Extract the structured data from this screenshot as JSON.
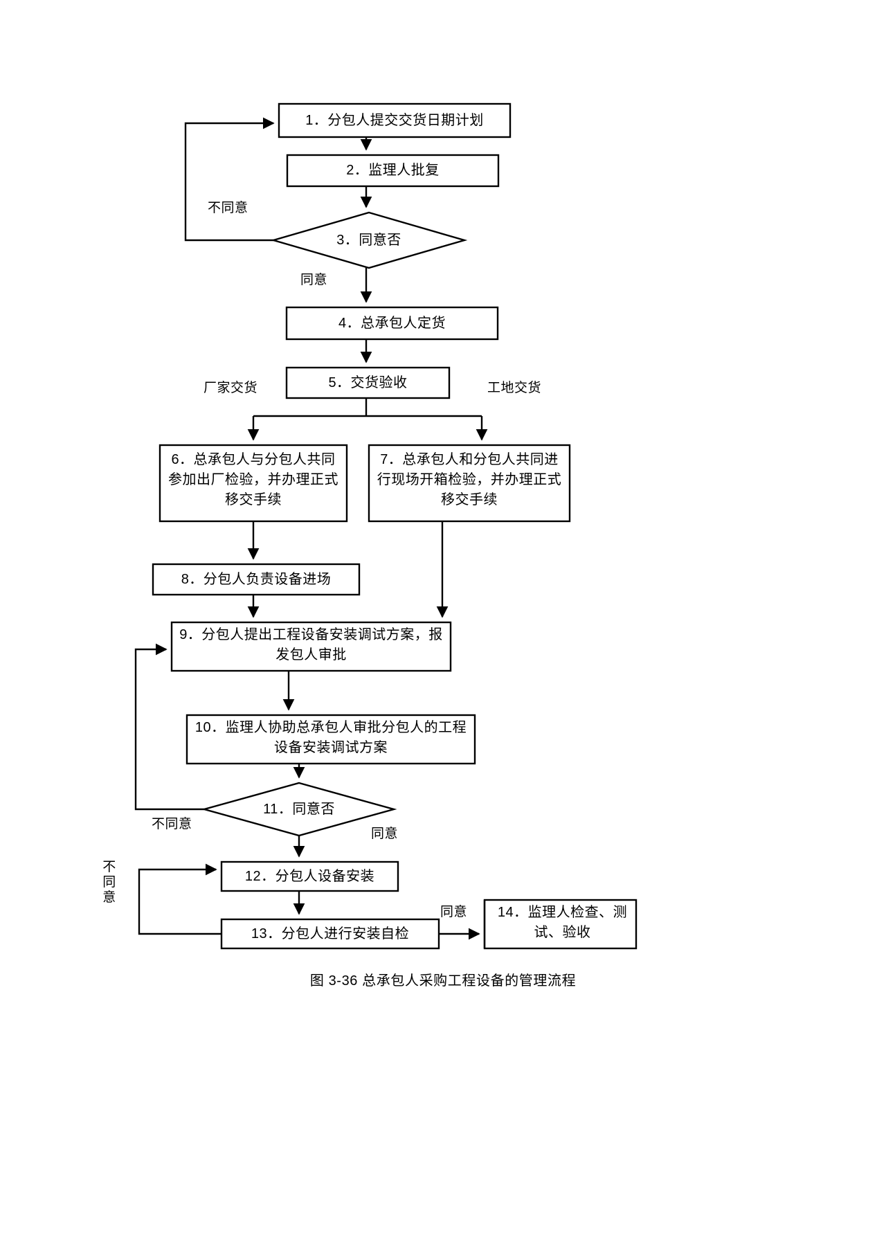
{
  "figure": {
    "caption": "图 3-36 总承包人采购工程设备的管理流程",
    "type": "flowchart",
    "line_color": "#000000",
    "fill_color": "#ffffff",
    "background": "#ffffff"
  },
  "nodes": [
    {
      "id": "n1",
      "shape": "process",
      "text": "1．分包人提交交货日期计划"
    },
    {
      "id": "n2",
      "shape": "process",
      "text": "2．监理人批复"
    },
    {
      "id": "n3",
      "shape": "decision",
      "text": "3．同意否"
    },
    {
      "id": "n4",
      "shape": "process",
      "text": "4．总承包人定货"
    },
    {
      "id": "n5",
      "shape": "process",
      "text": "5．交货验收"
    },
    {
      "id": "n6",
      "shape": "process",
      "text": "6．总承包人与分包人共同\n参加出厂检验，并办理正式\n移交手续"
    },
    {
      "id": "n7",
      "shape": "process",
      "text": "7．总承包人和分包人共同进\n行现场开箱检验，并办理正式\n移交手续"
    },
    {
      "id": "n8",
      "shape": "process",
      "text": "8．分包人负责设备进场"
    },
    {
      "id": "n9",
      "shape": "process",
      "text": "9．分包人提出工程设备安装调试方案，报\n发包人审批"
    },
    {
      "id": "n10",
      "shape": "process",
      "text": "10．监理人协助总承包人审批分包人的工程\n设备安装调试方案"
    },
    {
      "id": "n11",
      "shape": "decision",
      "text": "11．同意否"
    },
    {
      "id": "n12",
      "shape": "process",
      "text": "12．分包人设备安装"
    },
    {
      "id": "n13",
      "shape": "process",
      "text": "13．分包人进行安装自检"
    },
    {
      "id": "n14",
      "shape": "process",
      "text": "14．监理人检查、测\n试、验收"
    }
  ],
  "edge_labels": [
    {
      "id": "e_disagree_top",
      "text": "不同意"
    },
    {
      "id": "e_agree_top",
      "text": "同意"
    },
    {
      "id": "e_factory",
      "text": "厂家交货"
    },
    {
      "id": "e_site",
      "text": "工地交货"
    },
    {
      "id": "e_disagree_11",
      "text": "不同意"
    },
    {
      "id": "e_agree_11",
      "text": "同意"
    },
    {
      "id": "e_disagree_13",
      "text": "不\n同\n意"
    },
    {
      "id": "e_agree_13",
      "text": "同意"
    }
  ]
}
